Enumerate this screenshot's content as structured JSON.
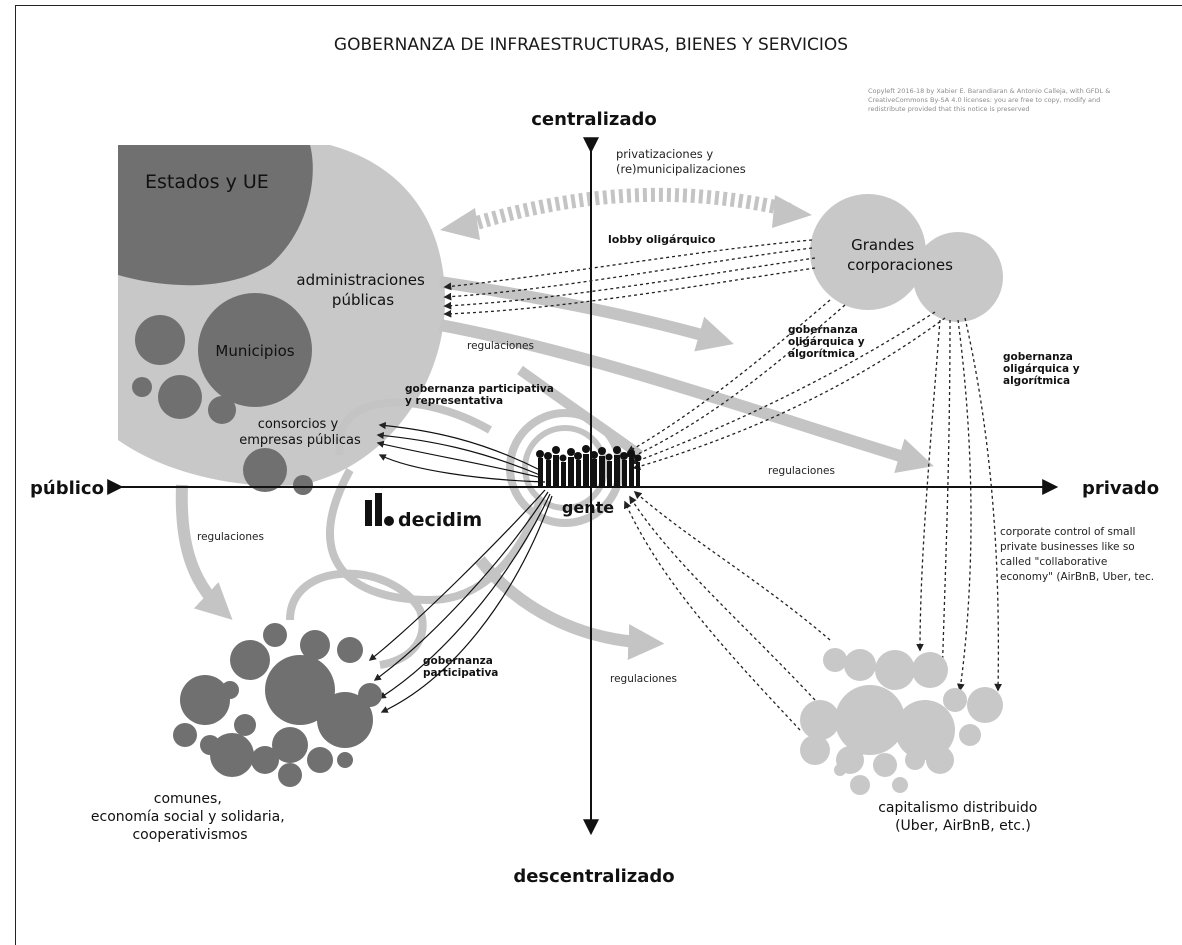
{
  "title": "GOBERNANZA DE INFRAESTRUCTURAS, BIENES Y SERVICIOS",
  "copyright": [
    "Copyleft 2016-18 by Xabier E. Barandiaran & Antonio Calleja, with GFDL &",
    "CreativeCommons By-SA 4.0 licenses: you are free to copy, modify and",
    "redistribute provided that this notice is preserved"
  ],
  "axes": {
    "top": "centralizado",
    "bottom": "descentralizado",
    "left": "público",
    "right": "privado"
  },
  "nodes": {
    "estados": "Estados y UE",
    "admin": [
      "administraciones",
      "públicas"
    ],
    "municipios": "Municipios",
    "consorcios": [
      "consorcios y",
      "empresas públicas"
    ],
    "grandes": [
      "Grandes",
      "corporaciones"
    ],
    "gente": "gente",
    "decidim": "decidim",
    "comunes": [
      "comunes,",
      "economía social y solidaria,",
      "cooperativismos"
    ],
    "capitalismo": [
      "capitalismo distribuido",
      "(Uber, AirBnB, etc.)"
    ]
  },
  "labels": {
    "privatizaciones": [
      "privatizaciones y",
      "(re)municipalizaciones"
    ],
    "lobby": "lobby oligárquico",
    "gob_oligarquica_1": [
      "gobernanza",
      "oligárquica y",
      "algorítmica"
    ],
    "gob_oligarquica_2": [
      "gobernanza",
      "oligárquica y",
      "algorítmica"
    ],
    "gob_part_rep": [
      "gobernanza participativa",
      "y representativa"
    ],
    "gob_part": [
      "gobernanza",
      "participativa"
    ],
    "regulaciones": "regulaciones",
    "corporate_note": [
      "corporate control of small",
      "private businesses like so",
      "called \"collaborative",
      "economy\" (AirBnB, Uber, tec."
    ]
  },
  "colors": {
    "dark": "#707070",
    "light": "#c8c8c8",
    "arrow": "#c4c4c4",
    "text": "#1a1a1a"
  }
}
